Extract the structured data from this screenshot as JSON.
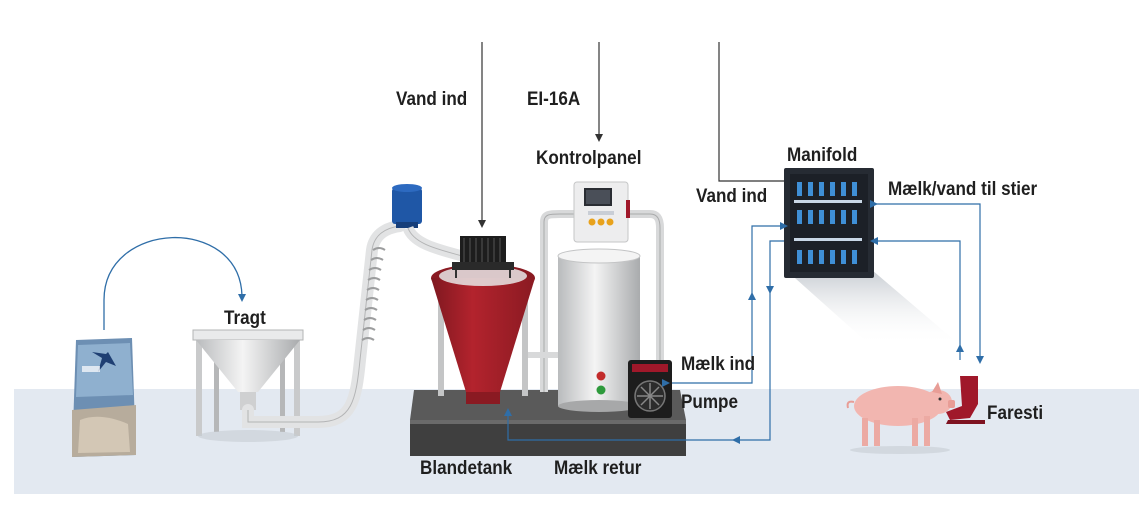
{
  "labels": {
    "vand_ind_top": "Vand ind",
    "ei16a": "EI-16A",
    "kontrolpanel": "Kontrolpanel",
    "manifold": "Manifold",
    "vand_ind_right": "Vand ind",
    "maelk_vand_stier": "Mælk/vand til stier",
    "tragt": "Tragt",
    "maelk_ind": "Mælk ind",
    "pumpe": "Pumpe",
    "faresti": "Faresti",
    "blandetank": "Blandetank",
    "maelk_retur": "Mælk retur"
  },
  "colors": {
    "floor": "#e3e9f1",
    "flow_line": "#2f6ea8",
    "water_line": "#333333",
    "tank_red": "#a8212b",
    "tank_red_dark": "#7e1820",
    "steel": "#d9dadb",
    "base_dark": "#4a4a4a",
    "manifold_dark": "#262b33",
    "manifold_blue": "#3f8fd6",
    "pig_pink": "#f2b6b0",
    "trough_red": "#a0182a",
    "bag_blue": "#5c7fa3",
    "hopper_blue": "#1f57a6"
  },
  "icons": [
    "feed-bag-icon",
    "hopper-icon",
    "auger-motor-icon",
    "mixer-motor-icon",
    "control-panel-icon",
    "pump-icon",
    "manifold-icon",
    "pig-icon",
    "trough-icon"
  ]
}
